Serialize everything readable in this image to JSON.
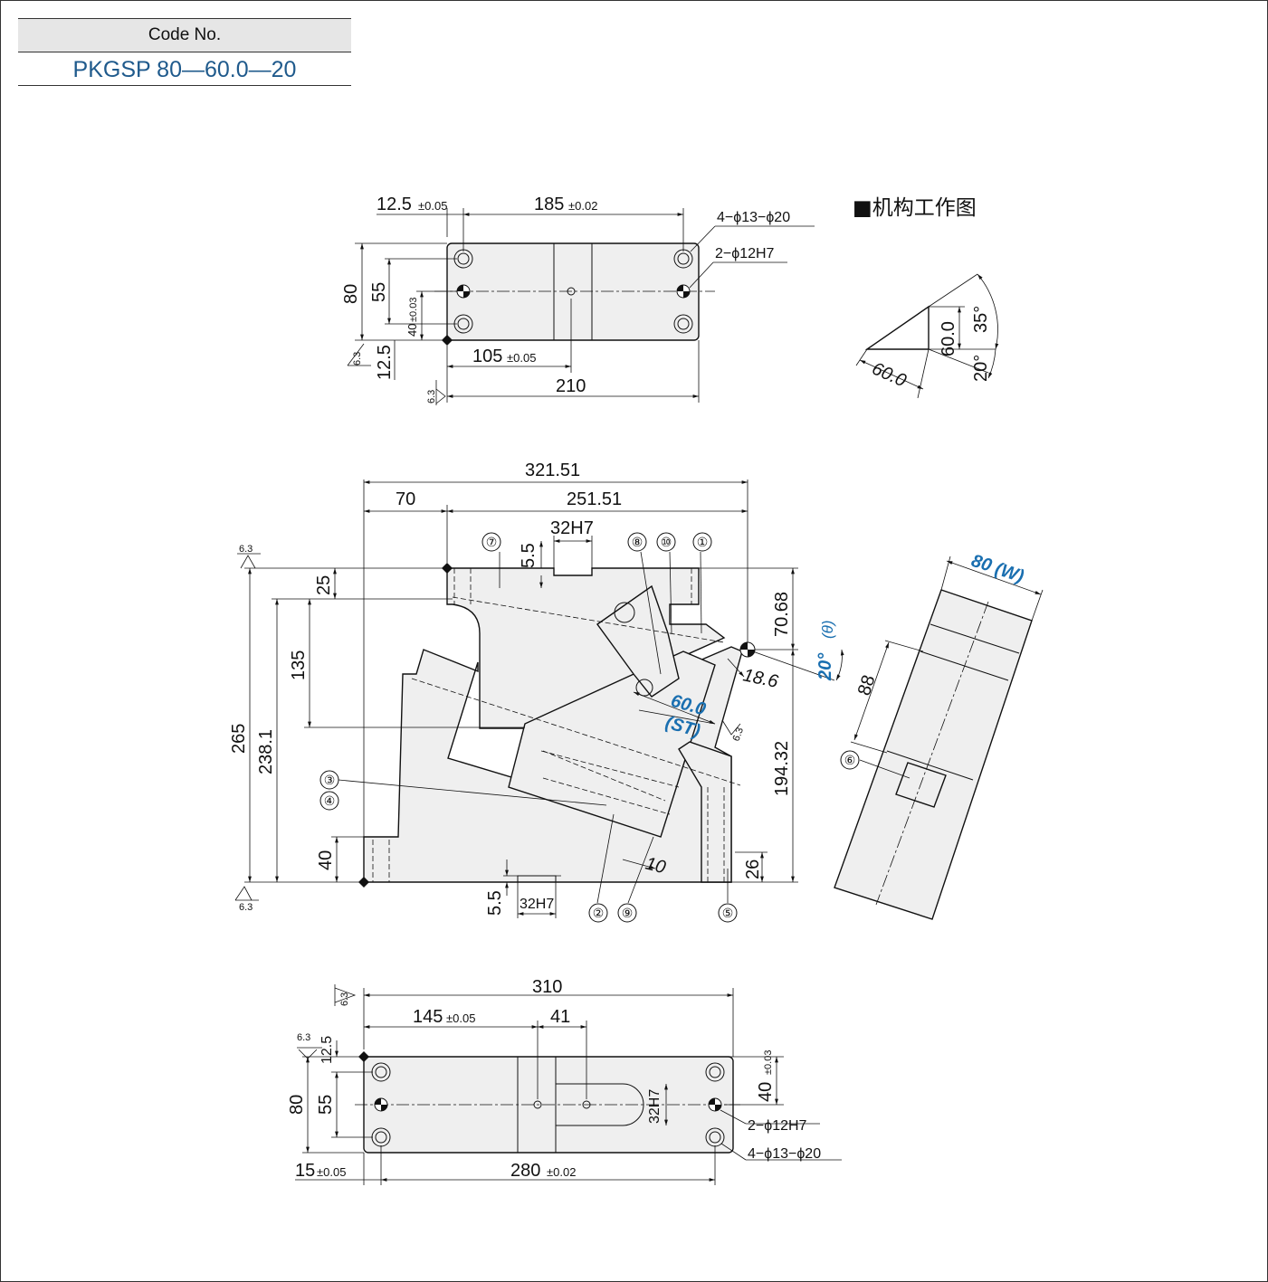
{
  "code": {
    "label": "Code No.",
    "value": "PKGSP 80—60.0—20"
  },
  "mechanism": {
    "title": "■机构工作图",
    "st": "60.0",
    "vertical": "60.0",
    "angle_top": "35°",
    "angle_bottom": "20°"
  },
  "top_view": {
    "dim_12_5": "12.5",
    "tol_12_5": "±0.05",
    "dim_185": "185",
    "tol_185": "±0.02",
    "holes_label": "4−ϕ13−ϕ20",
    "pins_label": "2−ϕ12H7",
    "dim_80": "80",
    "dim_55": "55",
    "dim_40": "40",
    "tol_40": "±0.03",
    "dim_12_5b": "12.5",
    "dim_105": "105",
    "tol_105": "±0.05",
    "dim_210": "210",
    "rough": "6.3"
  },
  "front_view": {
    "dim_321_51": "321.51",
    "dim_70": "70",
    "dim_251_51": "251.51",
    "dim_32H7": "32H7",
    "dim_5_5": "5.5",
    "dim_25": "25",
    "dim_135": "135",
    "dim_265": "265",
    "dim_238_1": "238.1",
    "dim_40": "40",
    "dim_5_5b": "5.5",
    "dim_32H7b": "32H7",
    "dim_70_68": "70.68",
    "dim_194_32": "194.32",
    "dim_18_6": "18.6",
    "dim_10": "10",
    "dim_26": "26",
    "angle": "20°",
    "theta": "(θ)",
    "st_value": "60.0",
    "st_label": "(ST)",
    "rough": "6.3",
    "balloons": [
      "①",
      "②",
      "③",
      "④",
      "⑤",
      "⑥",
      "⑦",
      "⑧",
      "⑨",
      "⑩"
    ]
  },
  "side_view": {
    "width": "80",
    "width_label": "(W)",
    "dim_88": "88"
  },
  "bottom_view": {
    "dim_310": "310",
    "dim_145": "145",
    "tol_145": "±0.05",
    "dim_41": "41",
    "dim_12_5": "12.5",
    "dim_80": "80",
    "dim_55": "55",
    "dim_40": "40",
    "tol_40": "±0.03",
    "dim_32H7": "32H7",
    "pins_label": "2−ϕ12H7",
    "holes_label": "4−ϕ13−ϕ20",
    "dim_15": "15",
    "tol_15": "±0.05",
    "dim_280": "280",
    "tol_280": "±0.02",
    "rough": "6.3"
  }
}
